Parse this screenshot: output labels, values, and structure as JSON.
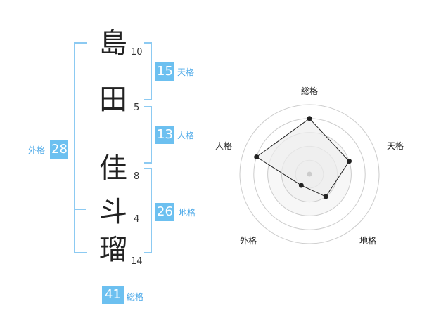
{
  "name": {
    "chars": [
      {
        "char": "島",
        "strokes": "10"
      },
      {
        "char": "田",
        "strokes": "5"
      },
      {
        "char": "佳",
        "strokes": "8"
      },
      {
        "char": "斗",
        "strokes": "4"
      },
      {
        "char": "瑠",
        "strokes": "14"
      }
    ]
  },
  "fortunes": {
    "tenkaku": {
      "value": "15",
      "label": "天格"
    },
    "jinkaku": {
      "value": "13",
      "label": "人格"
    },
    "chikaku": {
      "value": "26",
      "label": "地格"
    },
    "gaikaku": {
      "value": "28",
      "label": "外格"
    },
    "soukaku": {
      "value": "41",
      "label": "総格"
    }
  },
  "chart_data": {
    "type": "radar",
    "axes": [
      "総格",
      "天格",
      "地格",
      "外格",
      "人格"
    ],
    "values": [
      4,
      3,
      2,
      1,
      4
    ],
    "max": 5,
    "fill_color": "#eeeeee",
    "line_color": "#222222",
    "grid_color": "#cccccc"
  }
}
